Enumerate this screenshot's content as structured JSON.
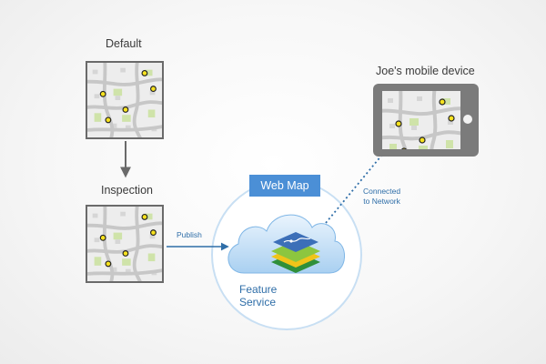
{
  "labels": {
    "default": "Default",
    "inspection": "Inspection",
    "device": "Joe's mobile device",
    "web_map": "Web Map",
    "publish": "Publish",
    "connected": [
      "Connected",
      "to Network"
    ],
    "feature_service": [
      "Feature",
      "Service"
    ]
  },
  "icons": {
    "map_tile": "street-map-icon",
    "cloud": "cloud-icon",
    "layers": "feature-layers-icon",
    "device": "tablet-icon"
  },
  "colors": {
    "accent_blue": "#4b8fd6",
    "label_blue": "#2f6ea8",
    "arrow_gray": "#6a6a6a",
    "point_fill": "#f7e21e",
    "road": "#c7c7c7",
    "park": "#cfe3a9",
    "device_frame": "#7b7b7b"
  }
}
